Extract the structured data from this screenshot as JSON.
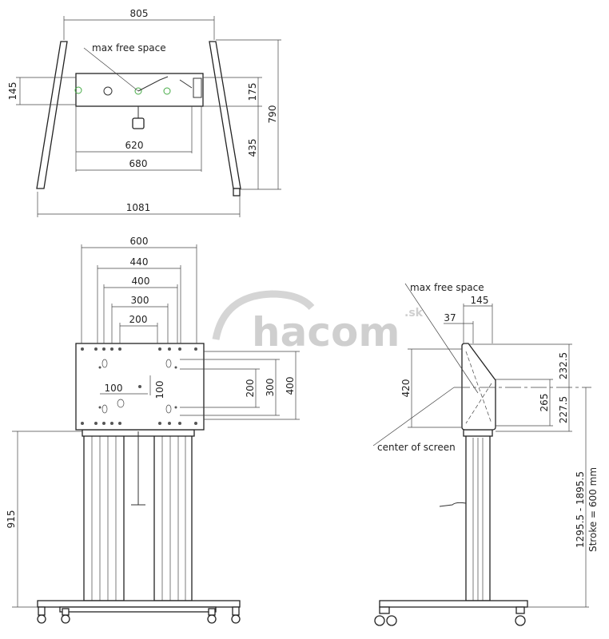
{
  "watermark": {
    "brand": "hacom",
    "tld": ".sk",
    "color": "#cfcfcf"
  },
  "top_view": {
    "label_max_free_space": "max free space",
    "dims": {
      "width_top": "805",
      "depth_total": "790",
      "box_depth": "175",
      "front_depth": "435",
      "left_depth": "145",
      "inner_620": "620",
      "inner_680": "680",
      "base_width": "1081"
    }
  },
  "front_view": {
    "dims": {
      "w600": "600",
      "w440": "440",
      "w400": "400",
      "w300": "300",
      "w200": "200",
      "h400": "400",
      "h300": "300",
      "h200": "200",
      "h100": "100",
      "w100": "100",
      "height_915": "915"
    }
  },
  "side_view": {
    "label_max_free_space": "max free space",
    "label_center_of_screen": "center of screen",
    "dims": {
      "d145": "145",
      "d37": "37",
      "h420": "420",
      "h232_5": "232.5",
      "h227_5": "227.5",
      "h265": "265",
      "height_range": "1295.5 - 1895.5",
      "stroke": "Stroke = 600 mm"
    }
  }
}
